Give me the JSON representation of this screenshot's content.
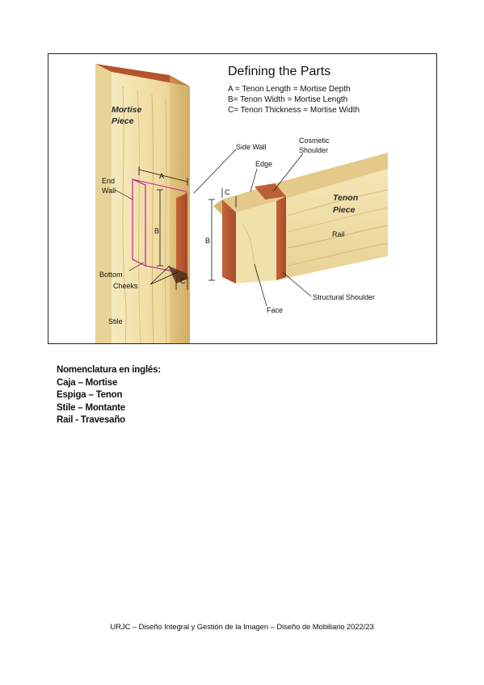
{
  "figure": {
    "title": "Defining the Parts",
    "definitions": [
      "A = Tenon Length = Mortise Depth",
      "B= Tenon Width = Mortise Length",
      "C= Tenon Thickness = Mortise Width"
    ],
    "labels": {
      "mortise_piece_1": "Mortise",
      "mortise_piece_2": "Piece",
      "end_wall_1": "End",
      "end_wall_2": "Wall",
      "a": "A",
      "b_left": "B",
      "c_left": "C",
      "bottom": "Bottom",
      "cheeks": "Cheeks",
      "stile": "Stile",
      "side_wall": "Side Wall",
      "cosmetic_1": "Cosmetic",
      "cosmetic_2": "Shoulder",
      "edge": "Edge",
      "c_right": "C",
      "b_right": "B",
      "tenon_piece_1": "Tenon",
      "tenon_piece_2": "Piece",
      "rail": "Rail",
      "face": "Face",
      "structural_shoulder": "Structural Shoulder"
    },
    "colors": {
      "wood_light": "#f3e4b2",
      "wood_mid": "#e6cf8e",
      "wood_dark": "#c9a766",
      "end_grain": "#b5532c",
      "mortise_outline": "#c2219b"
    }
  },
  "nomenclature": {
    "heading": "Nomenclatura en inglés:",
    "items": [
      "Caja – Mortise",
      "Espiga – Tenon",
      "Stile – Montante",
      "Rail - Travesaño"
    ]
  },
  "footer": "URJC – Diseño Integral y Gestión de la Imagen – Diseño de Mobiliario 2022/23"
}
